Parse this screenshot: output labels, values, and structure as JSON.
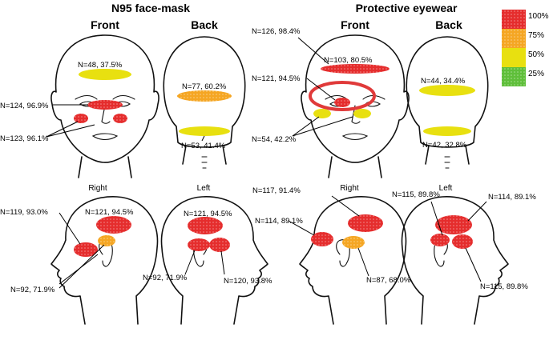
{
  "headers": {
    "n95": "N95 face-mask",
    "eyewear": "Protective eyewear",
    "front": "Front",
    "back": "Back",
    "right": "Right",
    "left": "Left"
  },
  "legend": {
    "items": [
      {
        "label": "100%",
        "color": "#e52d2d"
      },
      {
        "label": "75%",
        "color": "#f5a623"
      },
      {
        "label": "50%",
        "color": "#e8e010"
      },
      {
        "label": "25%",
        "color": "#5fbf3a"
      }
    ]
  },
  "labels": {
    "n95_front_forehead": "N=48, 37.5%",
    "n95_front_nose": "N=124, 96.9%",
    "n95_front_cheeks": "N=123, 96.1%",
    "n95_back_head": "N=77, 60.2%",
    "n95_back_neck": "N=53, 41.4%",
    "n95_right_temple": "N=121, 94.5%",
    "n95_right_cheek": "N=119, 93.0%",
    "n95_right_ear": "N=92, 71.9%",
    "n95_left_temple": "N=121, 94.5%",
    "n95_left_ear": "N=92, 71.9%",
    "n95_left_cheek": "N=120, 93.8%",
    "eye_front_forehead_top": "N=126, 98.4%",
    "eye_front_forehead": "N=103, 80.5%",
    "eye_front_nose": "N=121, 94.5%",
    "eye_front_cheeks": "N=54, 42.2%",
    "eye_back_head": "N=44, 34.4%",
    "eye_back_neck": "N=42, 32.8%",
    "eye_right_temple": "N=117, 91.4%",
    "eye_right_cheek": "N=114, 89.1%",
    "eye_right_ear": "N=87, 68.0%",
    "eye_left_top": "N=115, 89.8%",
    "eye_left_temple": "N=114, 89.1%",
    "eye_left_ear": "N=115, 89.8%"
  }
}
